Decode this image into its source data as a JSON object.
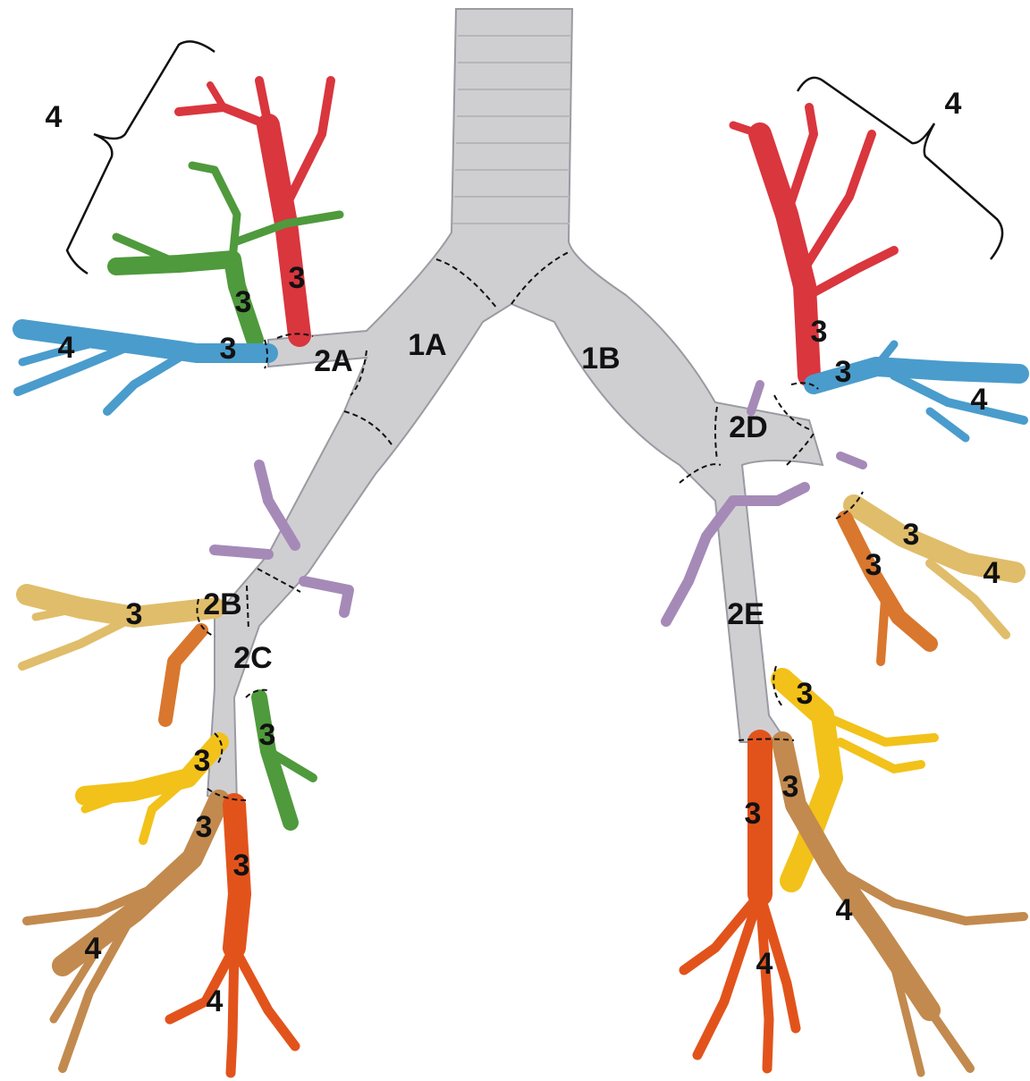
{
  "colors": {
    "trachea": "#cfcfd2",
    "upper_lobe_red": "#d9363e",
    "green": "#4f9a3c",
    "blue": "#4a9ccc",
    "purple": "#a58ab8",
    "tan": "#e0bd6a",
    "orange": "#d9772e",
    "yellow": "#f2c21a",
    "brown": "#c28a4e",
    "red_orange": "#e2531c",
    "label": "#111111"
  },
  "labels": {
    "main_left": "1A",
    "main_right": "1B",
    "lobar_2a": "2A",
    "lobar_2b": "2B",
    "lobar_2c": "2C",
    "lobar_2d": "2D",
    "lobar_2e": "2E",
    "seg": "3",
    "subseg": "4"
  }
}
